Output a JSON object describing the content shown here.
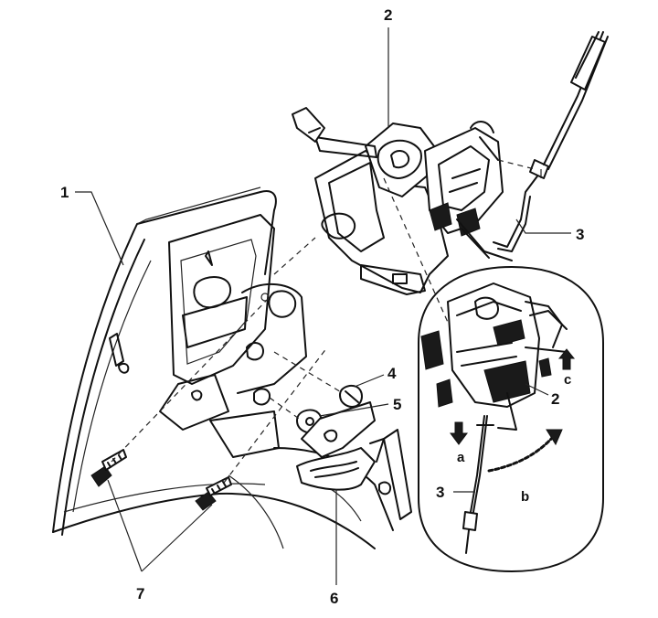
{
  "callouts": {
    "body_panel": "1",
    "lock_unit": "2",
    "cable": "3",
    "nut": "4",
    "washer": "5",
    "striker_plate": "6",
    "screws": "7"
  },
  "detail": {
    "lock_label": "2",
    "cable_label": "3",
    "arrow_a": "a",
    "arrow_b": "b",
    "arrow_c": "c"
  }
}
